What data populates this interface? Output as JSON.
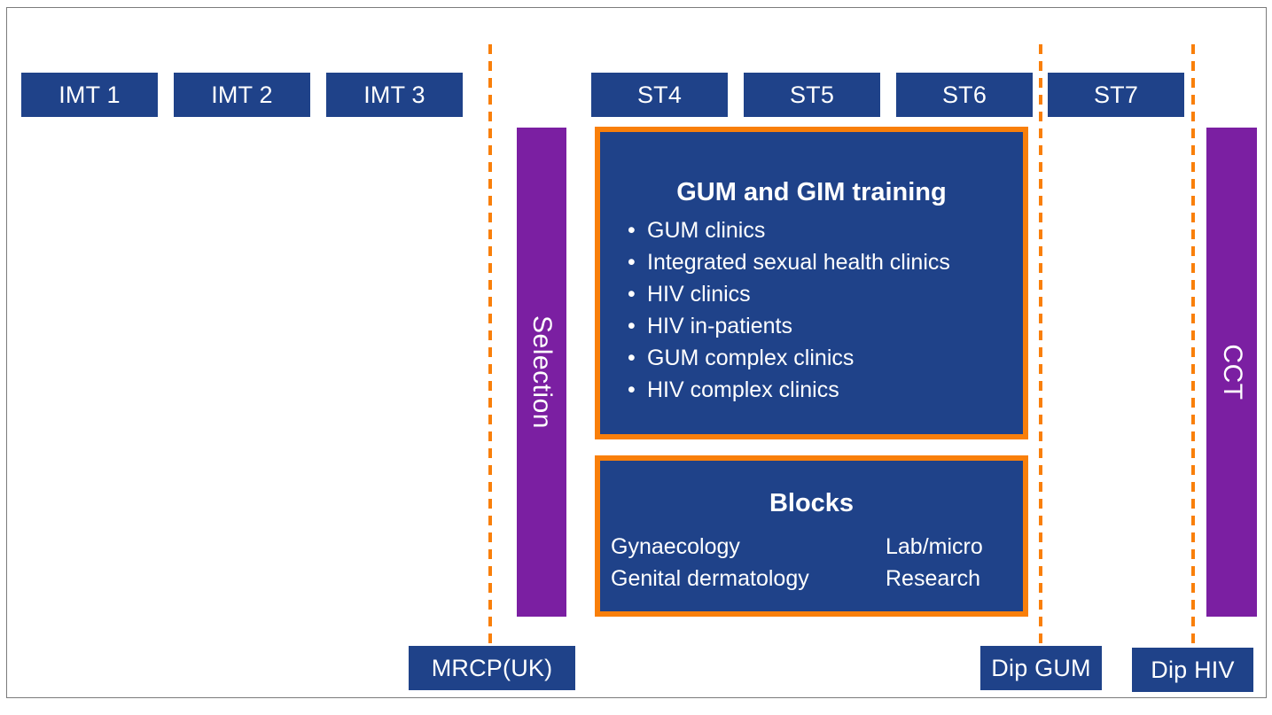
{
  "colors": {
    "stage_blue": "#1f4289",
    "accent_orange": "#f97f0a",
    "milestone_purple": "#7b1fa2",
    "text_white": "#ffffff"
  },
  "training_stages": {
    "internal_medicine": [
      {
        "label": "IMT 1"
      },
      {
        "label": "IMT 2"
      },
      {
        "label": "IMT 3"
      }
    ],
    "specialty": [
      {
        "label": "ST4"
      },
      {
        "label": "ST5"
      },
      {
        "label": "ST6"
      },
      {
        "label": "ST7"
      }
    ]
  },
  "milestone_bars": [
    {
      "label": "Selection"
    },
    {
      "label": "CCT"
    }
  ],
  "panels": {
    "training": {
      "title": "GUM and GIM training",
      "bullets": [
        "GUM clinics",
        "Integrated sexual health clinics",
        "HIV clinics",
        "HIV in-patients",
        "GUM complex clinics",
        "HIV complex clinics"
      ]
    },
    "blocks": {
      "title": "Blocks",
      "items_left": [
        "Gynaecology",
        "Genital dermatology"
      ],
      "items_right": [
        "Lab/micro",
        "Research"
      ]
    }
  },
  "exams": [
    {
      "label": "MRCP(UK)"
    },
    {
      "label": "Dip GUM"
    },
    {
      "label": "Dip HIV"
    }
  ]
}
